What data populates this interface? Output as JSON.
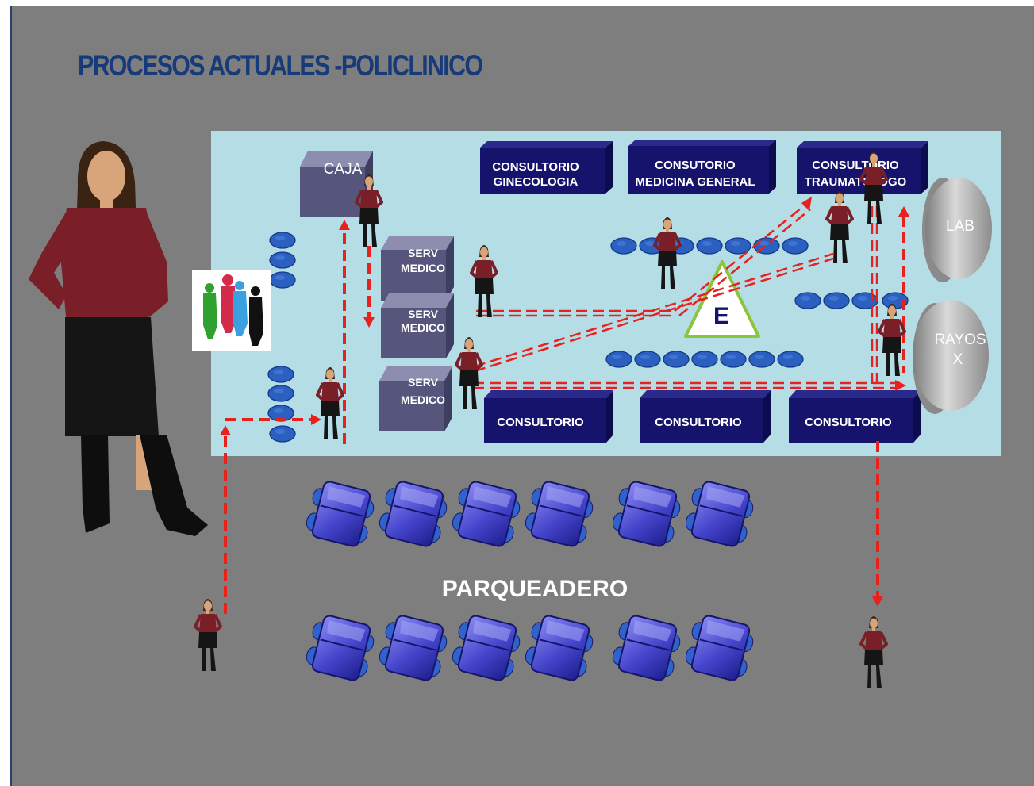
{
  "title": "PROCESOS ACTUALES -POLICLINICO",
  "areas": {
    "caja": "CAJA",
    "serv_medico_1": [
      "SERV",
      "MEDICO"
    ],
    "serv_medico_2": [
      "SERV",
      "MEDICO"
    ],
    "serv_medico_3": [
      "SERV",
      "MEDICO"
    ],
    "consultorio_ginecologia": [
      "CONSULTORIO",
      "GINECOLOGIA"
    ],
    "consultorio_medicina_general": [
      "CONSUTORIO",
      "MEDICINA GENERAL"
    ],
    "consultorio_traumatologo": [
      "CONSULTORIO",
      "TRAUMATOLOGO"
    ],
    "consultorio_1": "CONSULTORIO",
    "consultorio_2": "CONSULTORIO",
    "consultorio_3": "CONSULTORIO",
    "lab": "LAB",
    "rayos_x": [
      "RAYOS",
      "X"
    ],
    "estacion": "E",
    "parqueadero": "PARQUEADERO"
  },
  "colors": {
    "background": "#7e7e7e",
    "floor": "#b5dde6",
    "title": "#163a7a",
    "room_fill": "#16136d",
    "room_side": "#2b2a8c",
    "service_box": "#56567c",
    "seat": "#2b5fc0",
    "car": "#4646cc",
    "flow_arrow": "#e8201e",
    "person_top": "#7a1f28",
    "person_skirt": "#151515"
  },
  "icons": [
    "person-figure-icon",
    "group-silhouette-icon",
    "car-icon",
    "seat-icon",
    "lab-drum-icon",
    "triangle-station-icon"
  ]
}
